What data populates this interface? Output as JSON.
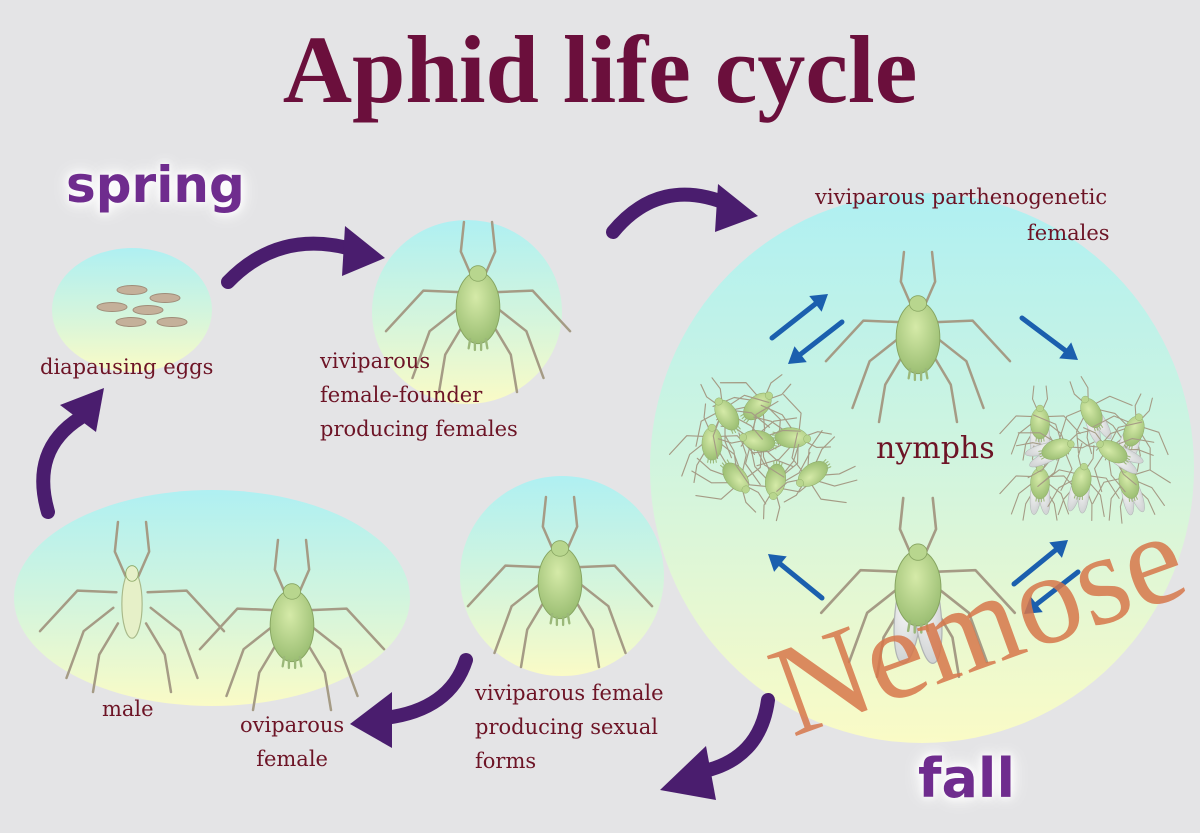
{
  "title": "Aphid life cycle",
  "seasons": {
    "spring": "spring",
    "fall": "fall"
  },
  "labels": {
    "eggs": "diapausing eggs",
    "founder": [
      "viviparous",
      "female-founder",
      "producing females"
    ],
    "parthenogenetic": [
      "viviparous parthenogenetic",
      "females"
    ],
    "nymphs": "nymphs",
    "sexual_forms": [
      "viviparous female",
      "producing sexual",
      "forms"
    ],
    "male": "male",
    "oviparous": [
      "oviparous",
      "female"
    ]
  },
  "watermark": "Nemose",
  "colors": {
    "background": "#e4e4e6",
    "title": "#6b0f3c",
    "label": "#6d1426",
    "season": "#6f2c8e",
    "cycle_arrow": "#4a1d6e",
    "inner_arrow": "#1b5fae",
    "watermark": "#d7774b",
    "aphid_body": "#b5d58c",
    "leg": "#a59b85"
  },
  "icons": [
    "curved-arrow-icon",
    "straight-arrow-icon",
    "aphid-icon",
    "egg-icon"
  ]
}
